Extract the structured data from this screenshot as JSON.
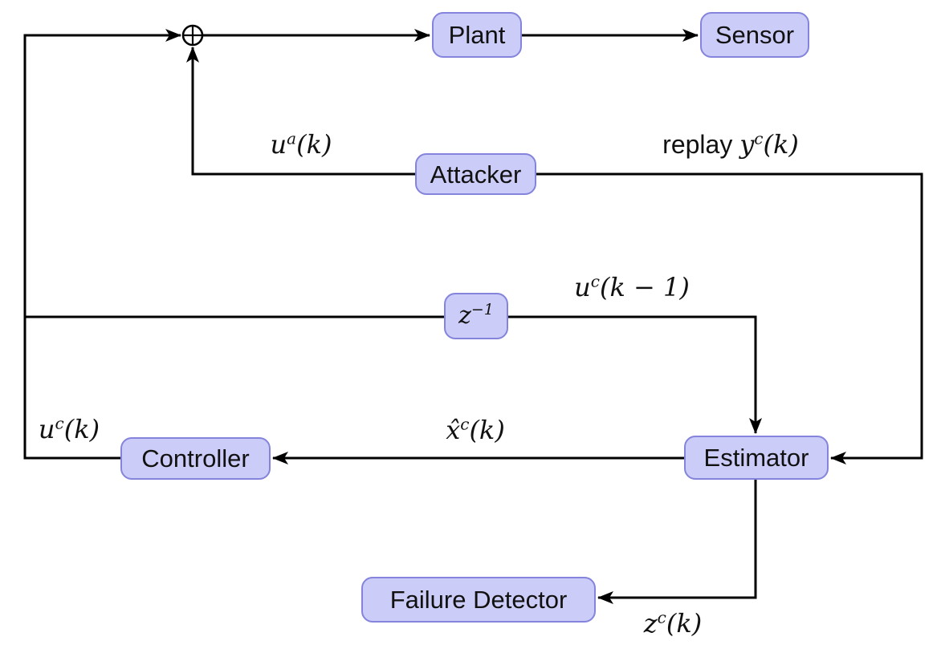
{
  "diagram": {
    "colors": {
      "background": "#ffffff",
      "node_fill": "#ccccf8",
      "node_border": "#8484dc",
      "line": "#000000",
      "text": "#111111"
    },
    "nodes": {
      "plant": {
        "label": "Plant"
      },
      "sensor": {
        "label": "Sensor"
      },
      "attacker": {
        "label": "Attacker"
      },
      "delay": {
        "base": "z",
        "sup": "−1"
      },
      "controller": {
        "label": "Controller"
      },
      "estimator": {
        "label": "Estimator"
      },
      "failure_detector": {
        "label": "Failure Detector"
      }
    },
    "signals": {
      "attack_input": {
        "prefix": "",
        "base": "u",
        "sup": "a",
        "tail": "(k)"
      },
      "replay_output": {
        "prefix": "replay ",
        "base": "y",
        "sup": "c",
        "tail": "(k)"
      },
      "delayed_control": {
        "prefix": "",
        "base": "u",
        "sup": "c",
        "tail": "(k − 1)"
      },
      "state_estimate": {
        "prefix": "",
        "base": "x̂",
        "sup": "c",
        "tail": "(k)"
      },
      "control_output": {
        "prefix": "",
        "base": "u",
        "sup": "c",
        "tail": "(k)"
      },
      "residual": {
        "prefix": "",
        "base": "z",
        "sup": "c",
        "tail": "(k)"
      }
    }
  }
}
